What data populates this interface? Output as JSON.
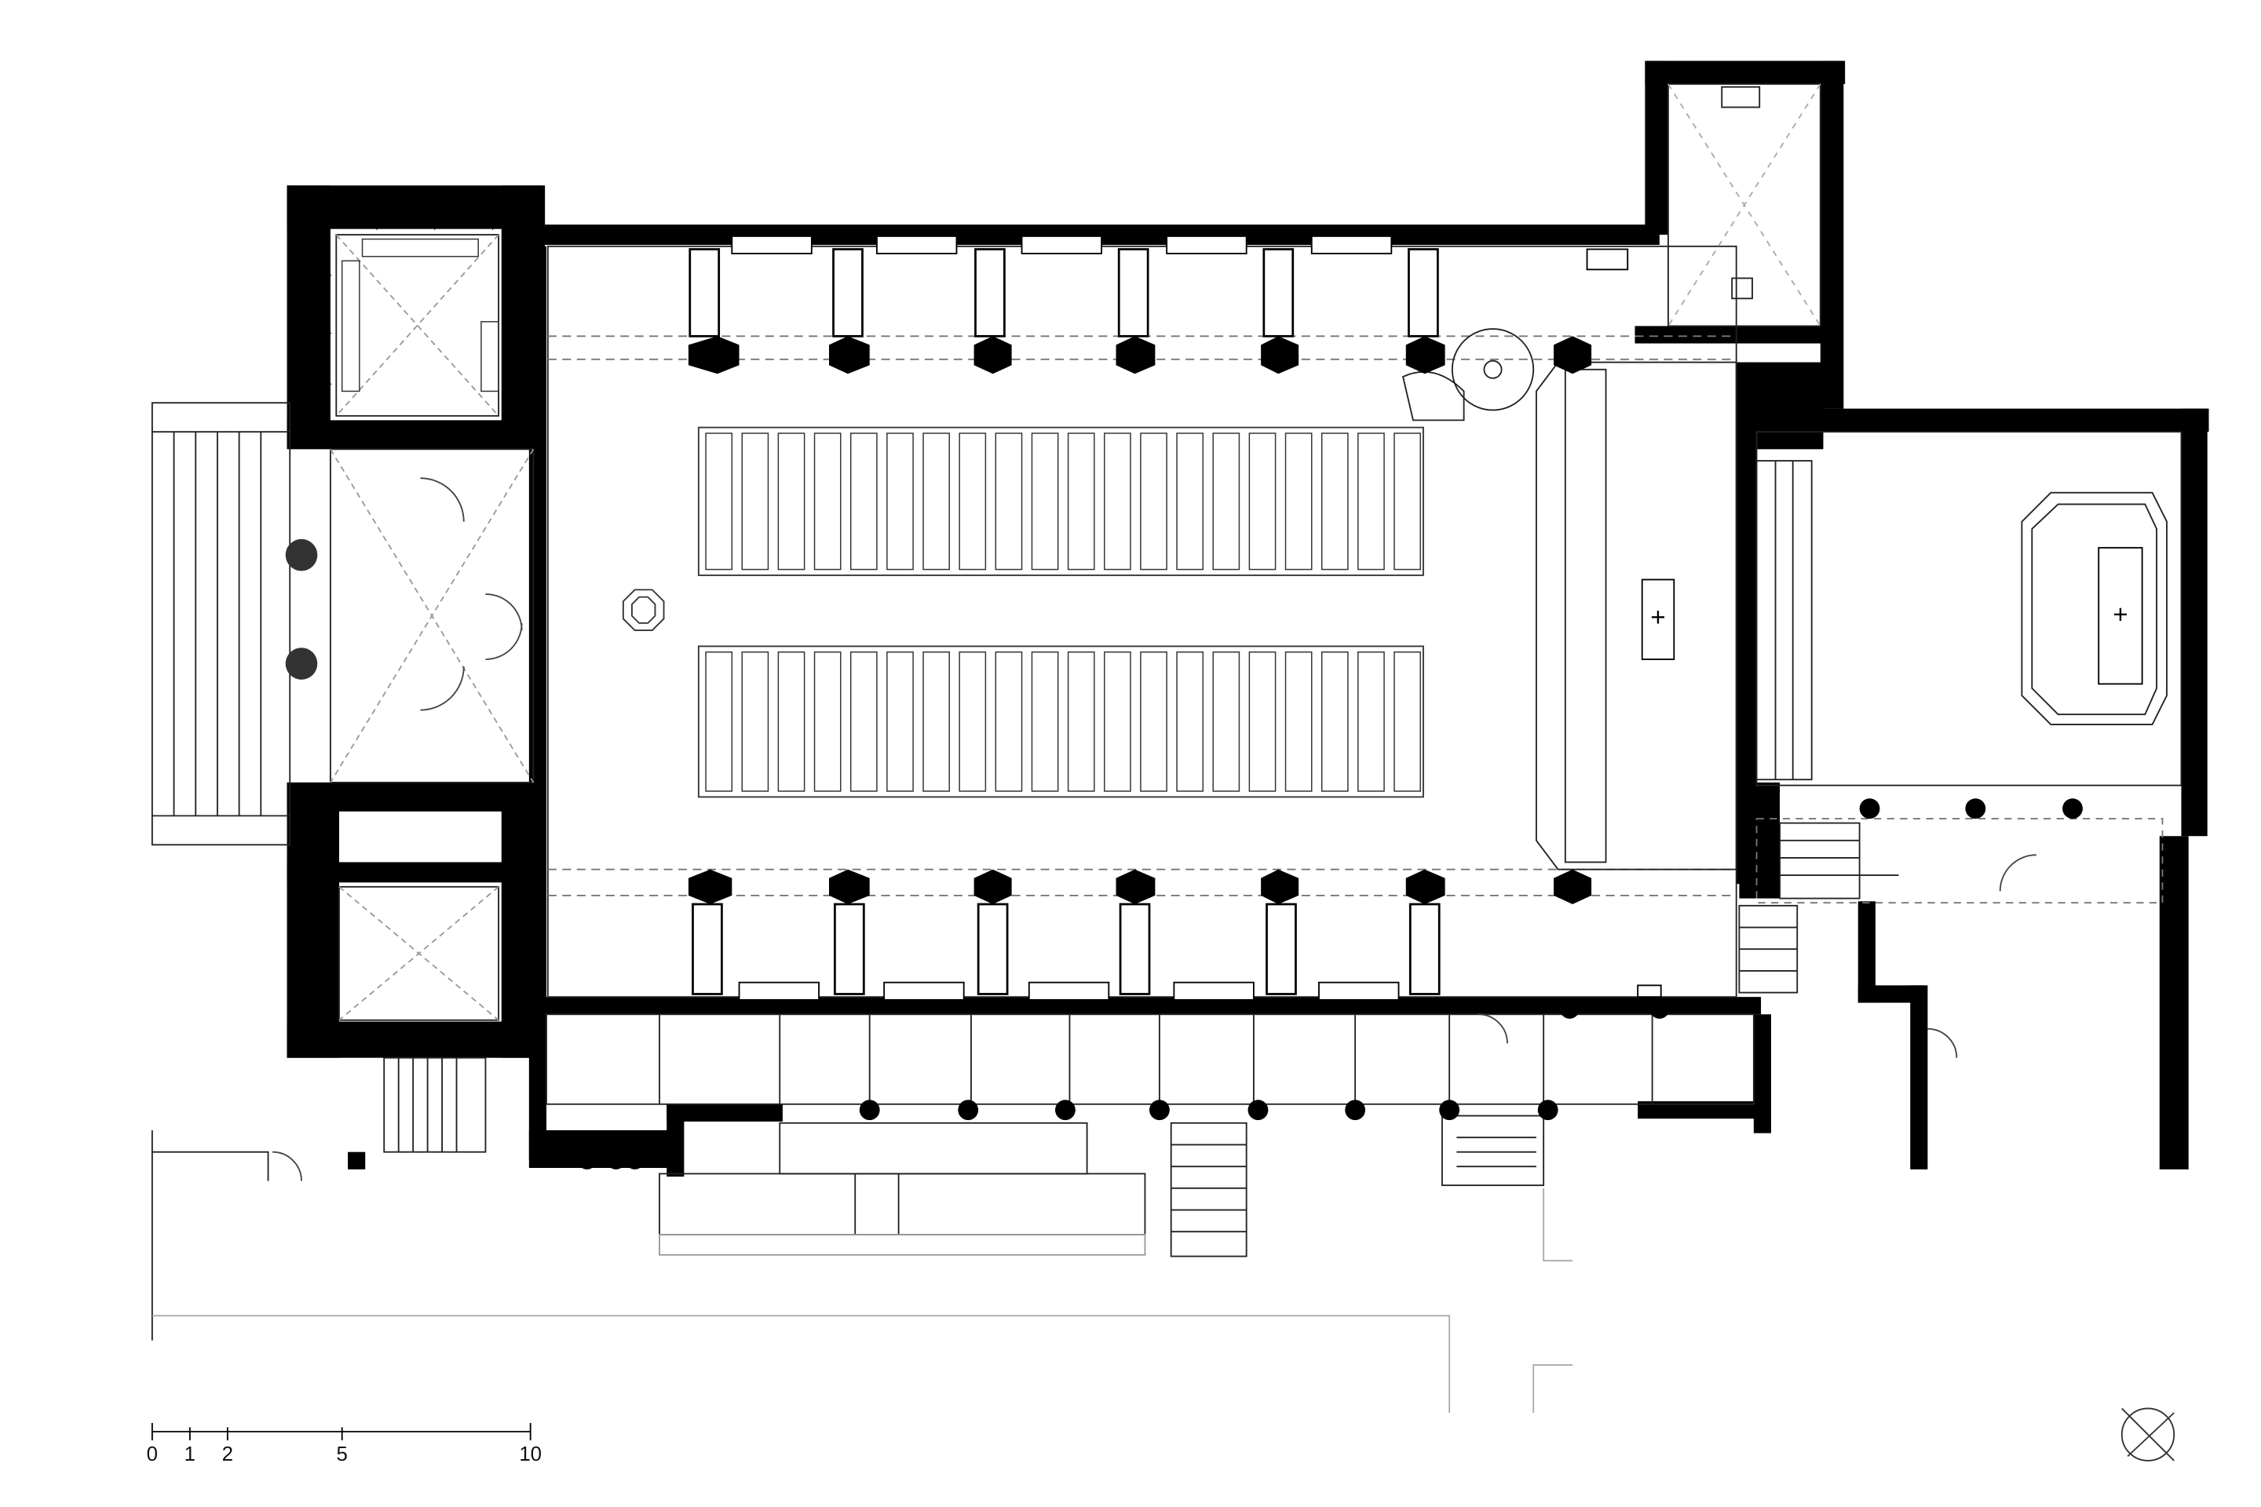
{
  "drawing": {
    "type": "architectural-floor-plan",
    "colors": {
      "wall": "#000000",
      "line": "#222222",
      "hidden": "#888888",
      "paper": "#ffffff",
      "column_fill": "#000000",
      "bench_stroke": "#333333"
    }
  },
  "scale_bar": {
    "labels": [
      "0",
      "1",
      "2",
      "5",
      "10"
    ],
    "values": [
      0,
      1,
      2,
      5,
      10
    ]
  },
  "north_arrow": {
    "icon": "north-arrow-icon"
  },
  "symbols": {
    "altar_cross": "+"
  }
}
